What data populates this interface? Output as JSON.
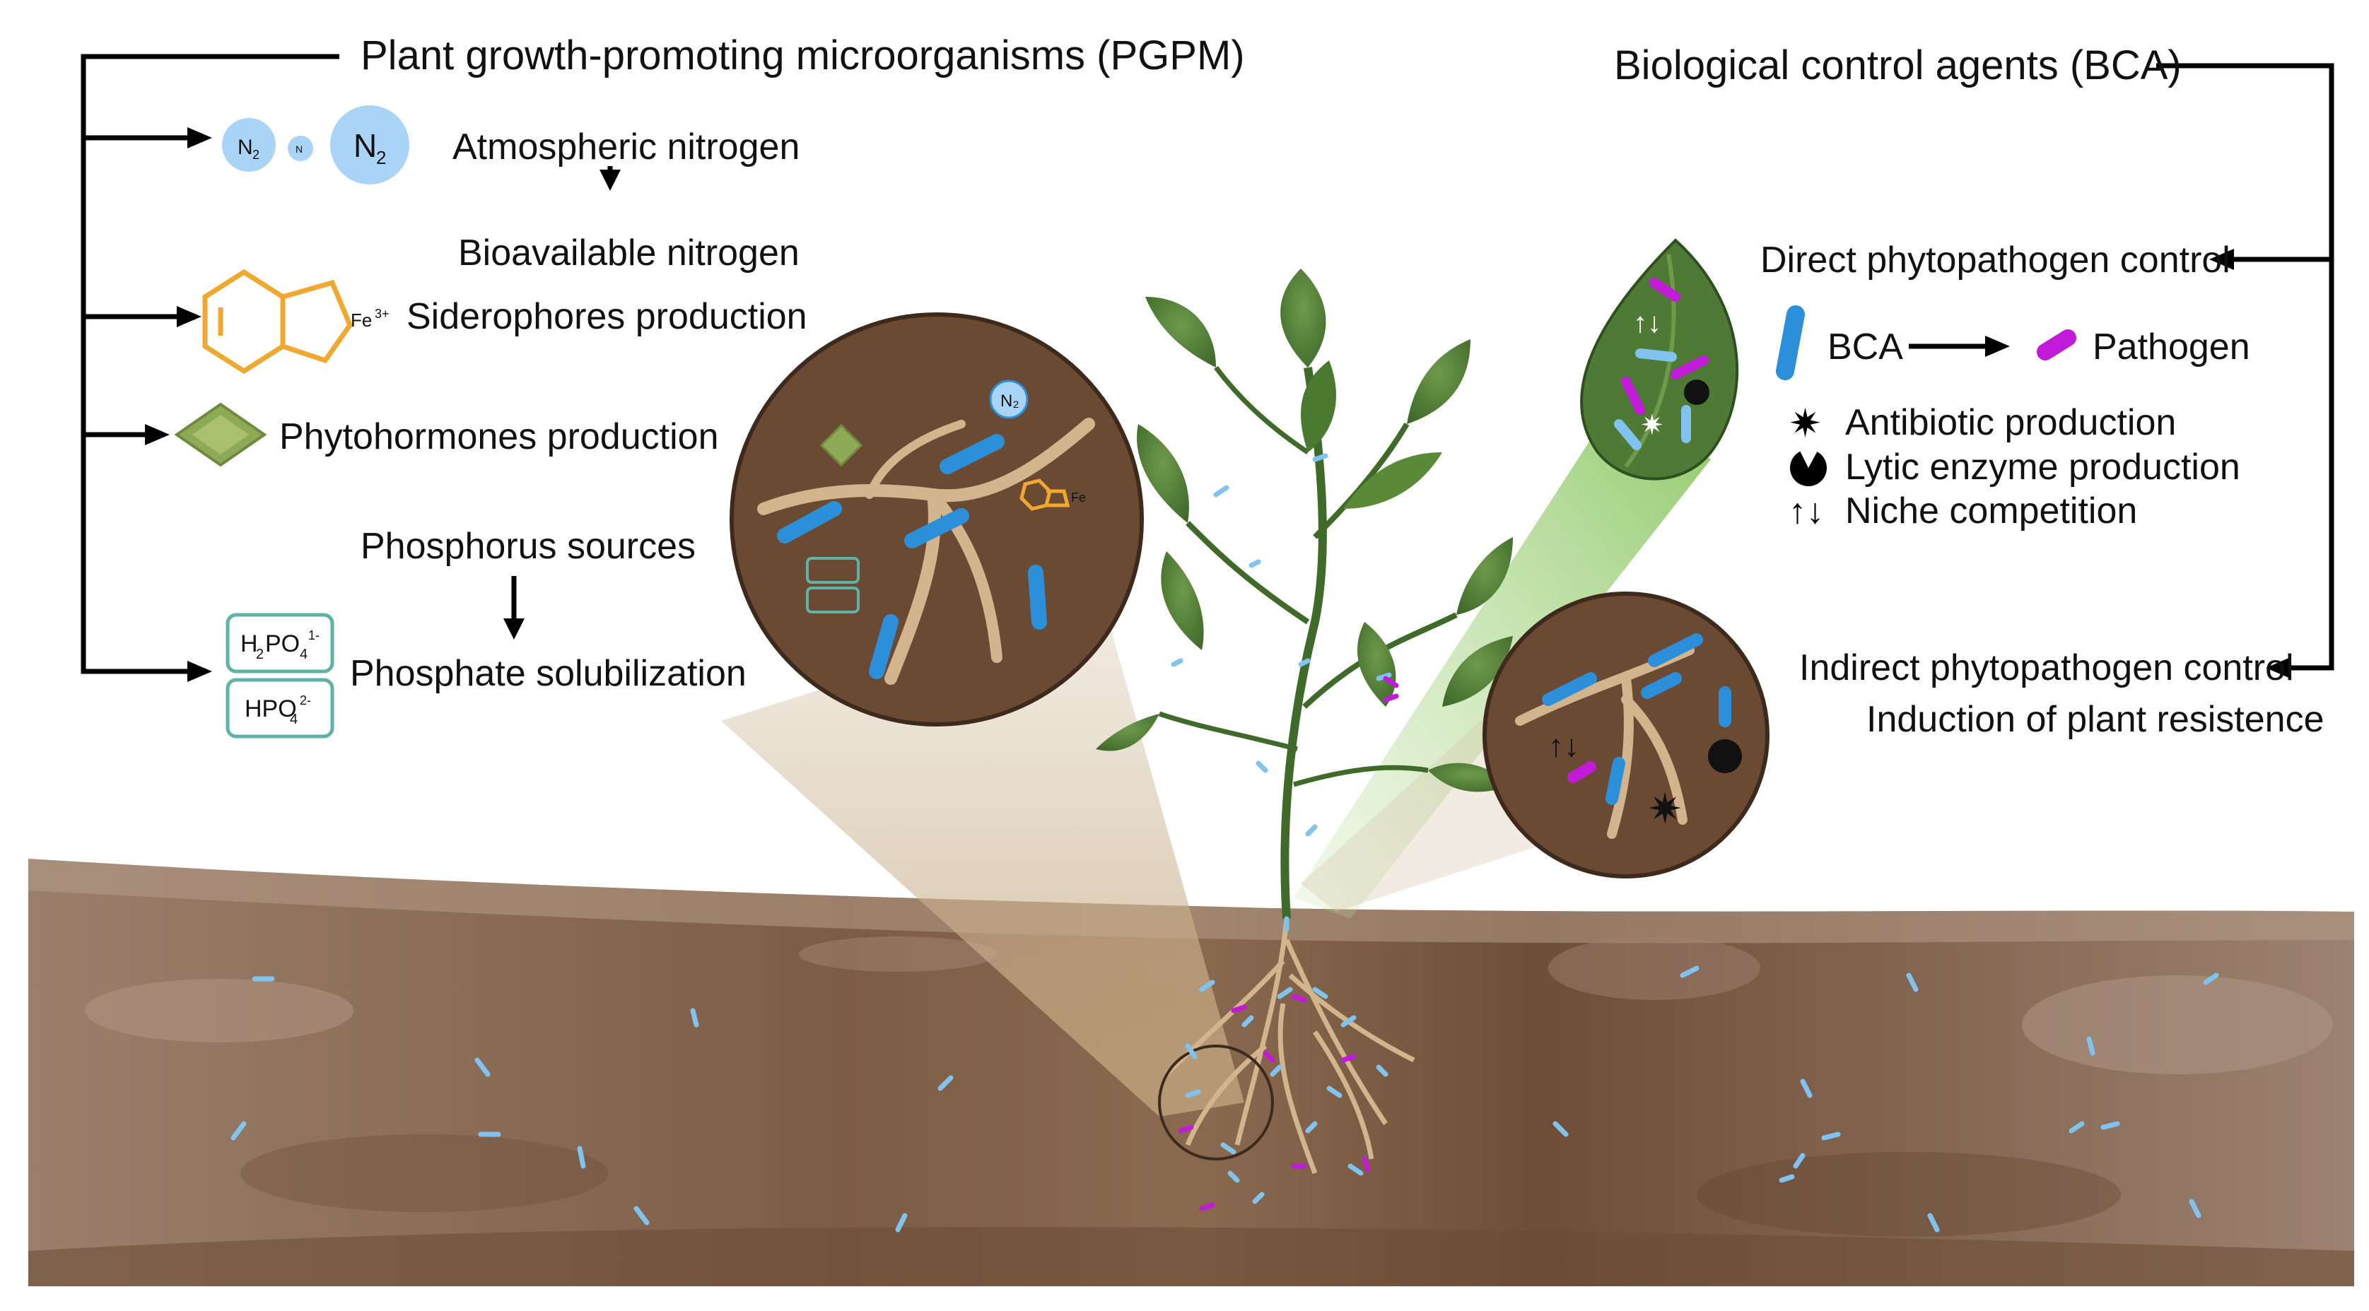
{
  "pgpm": {
    "title": "Plant growth-promoting microorganisms (PGPM)",
    "atm_nitrogen": "Atmospheric nitrogen",
    "bio_nitrogen": "Bioavailable nitrogen",
    "siderophores": "Siderophores production",
    "phytohormones": "Phytohormones production",
    "phosphorus_sources": "Phosphorus sources",
    "phosphate_solubilization": "Phosphate solubilization",
    "n2_label": "N",
    "n2_sub": "2",
    "fe_label": "Fe",
    "fe_sup": "3+",
    "h2po4_a": "H",
    "h2po4_b": "2",
    "h2po4_c": "PO",
    "h2po4_d": "4",
    "h2po4_e": "1-",
    "hpo4_a": "HPO",
    "hpo4_b": "4",
    "hpo4_c": "2-"
  },
  "bca": {
    "title": "Biological control agents (BCA)",
    "direct": "Direct phytopathogen control",
    "bca_label": "BCA",
    "pathogen_label": "Pathogen",
    "antibiotic": "Antibiotic production",
    "lytic": "Lytic enzyme production",
    "niche": "Niche competition",
    "indirect": "Indirect phytopathogen control",
    "induction": "Induction of plant resistence"
  },
  "colors": {
    "bca_blue": "#2b8fd9",
    "pathogen_purple": "#c21ad9",
    "soil": "#7a5a45",
    "circle_bg": "#6b4a33",
    "leaf": "#4f7a35",
    "n2_bubble": "#a9d4f5",
    "siderophore": "#f0a830",
    "phytohormone": "#8faa56",
    "phosphate_box": "#5fb3a6"
  }
}
